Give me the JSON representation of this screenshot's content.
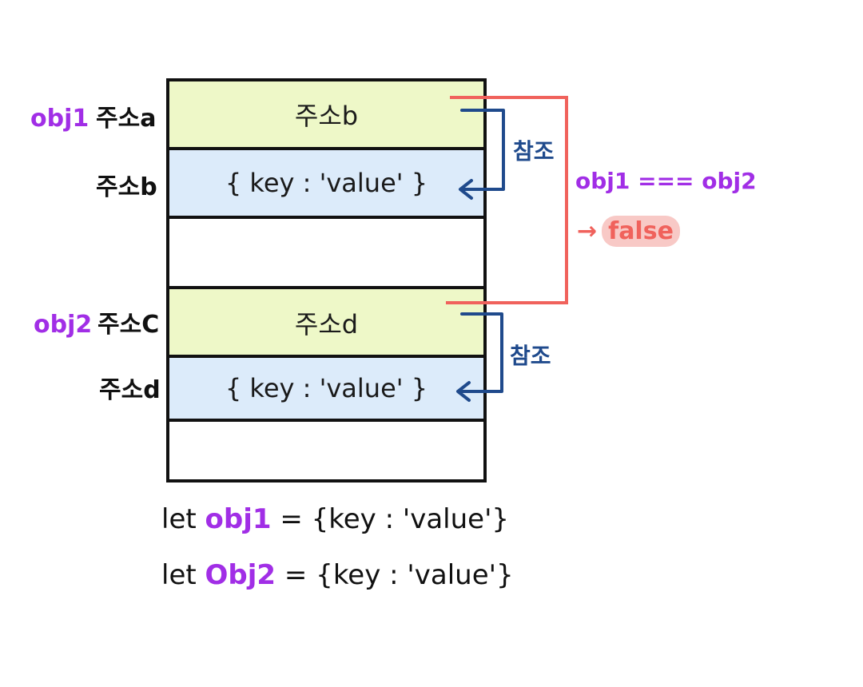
{
  "colors": {
    "variable": "#a12ee6",
    "pointer_cell": "#eef8c8",
    "object_cell": "#dcebfa",
    "reference_arrow": "#1f4a8c",
    "compare_bracket": "#f0625c",
    "false_text": "#f0625c",
    "false_bg": "#f8c9c6"
  },
  "rows": [
    {
      "var": "obj1",
      "address": "주소a",
      "cell": "주소b"
    },
    {
      "var": "",
      "address": "주소b",
      "cell": "{ key : 'value' }"
    },
    {
      "var": "",
      "address": "",
      "cell": ""
    },
    {
      "var": "obj2",
      "address": "주소C",
      "cell": "주소d"
    },
    {
      "var": "",
      "address": "주소d",
      "cell": "{ key : 'value' }"
    },
    {
      "var": "",
      "address": "",
      "cell": ""
    }
  ],
  "reference_label": "참조",
  "comparison": {
    "expression": "obj1 === obj2",
    "arrow": "→",
    "result": "false"
  },
  "code": [
    {
      "keyword": "let",
      "name": "obj1",
      "rest": "= {key : 'value'}"
    },
    {
      "keyword": "let",
      "name": "Obj2",
      "rest": "= {key : 'value'}"
    }
  ]
}
